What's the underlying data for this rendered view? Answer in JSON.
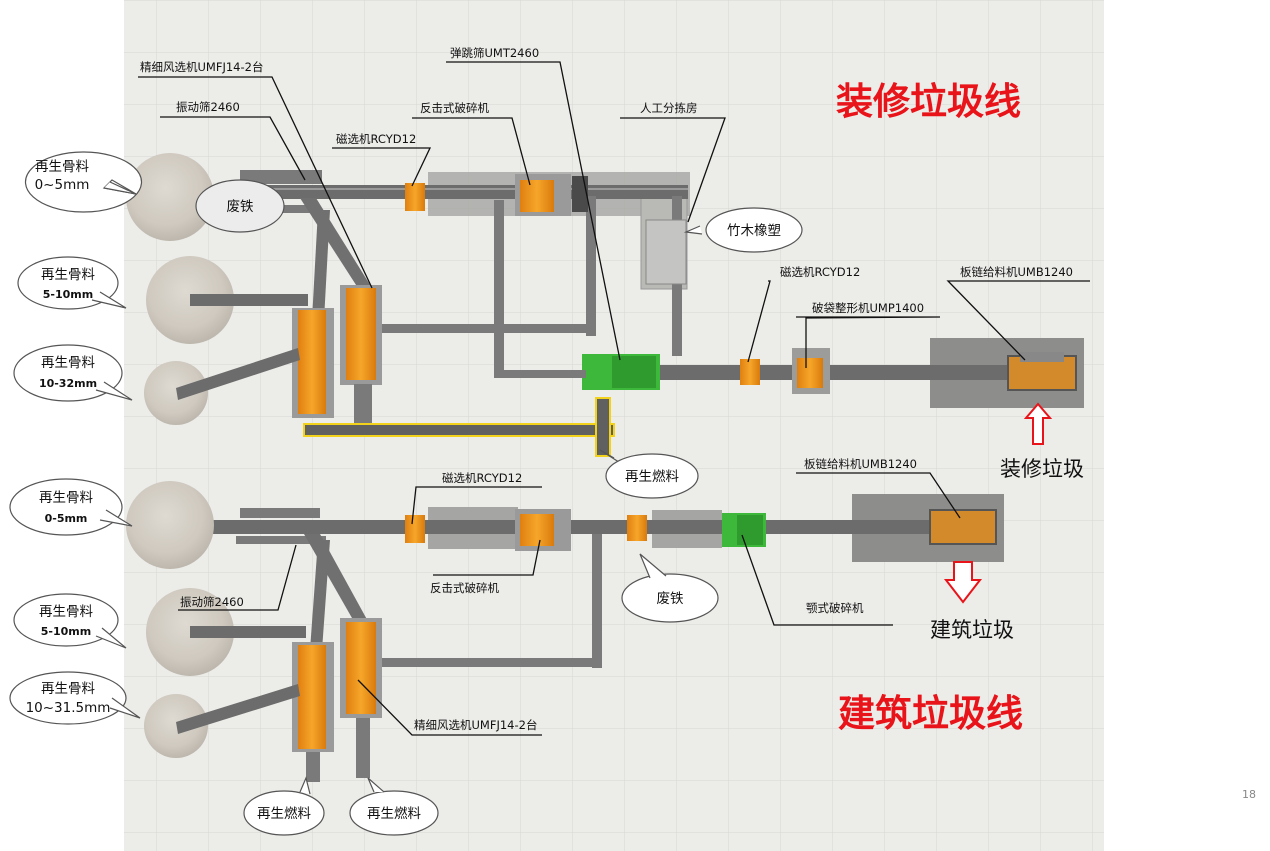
{
  "slide": {
    "page_number": "18"
  },
  "titles": {
    "decoration_line": "装修垃圾线",
    "construction_line": "建筑垃圾线"
  },
  "inputs": {
    "decoration_waste": "装修垃圾",
    "construction_waste": "建筑垃圾"
  },
  "equipment_labels": {
    "air_separator_top": "精细风选机UMFJ14-2台",
    "vibrating_screen_top": "振动筛2460",
    "bounce_screen": "弹跳筛UMT2460",
    "impact_crusher_top": "反击式破碎机",
    "magnetic_sep_top": "磁选机RCYD12",
    "manual_sorting": "人工分拣房",
    "magnetic_sep_mid": "磁选机RCYD12",
    "bag_breaker": "破袋整形机UMP1400",
    "chain_feeder_top": "板链给料机UMB1240",
    "magnetic_sep_bottom": "磁选机RCYD12",
    "chain_feeder_bottom": "板链给料机UMB1240",
    "impact_crusher_bottom": "反击式破碎机",
    "vibrating_screen_bottom": "振动筛2460",
    "jaw_crusher": "颚式破碎机",
    "air_separator_bottom": "精细风选机UMFJ14-2台"
  },
  "bubbles": {
    "agg_top_1_a": "再生骨料",
    "agg_top_1_b": "0~5mm",
    "scrap_iron_top": "废铁",
    "bamboo_wood": "竹木橡塑",
    "agg_top_2_a": "再生骨料",
    "agg_top_2_b": "5-10mm",
    "agg_top_3_a": "再生骨料",
    "agg_top_3_b": "10-32mm",
    "fuel_mid": "再生燃料",
    "agg_bot_1_a": "再生骨料",
    "agg_bot_1_b": "0-5mm",
    "scrap_iron_bottom": "废铁",
    "agg_bot_2_a": "再生骨料",
    "agg_bot_2_b": "5-10mm",
    "agg_bot_3_a": "再生骨料",
    "agg_bot_3_b": "10~31.5mm",
    "fuel_bottom_1": "再生燃料",
    "fuel_bottom_2": "再生燃料"
  },
  "colors": {
    "title_red": "#e8141a",
    "arrow_red": "#e8141a",
    "machine_orange": "#f29a1c",
    "machine_green": "#3db83a",
    "conveyor": "#6c6c6c",
    "floor": "#e9e9e6",
    "yellow_conveyor": "#f2d21a"
  }
}
